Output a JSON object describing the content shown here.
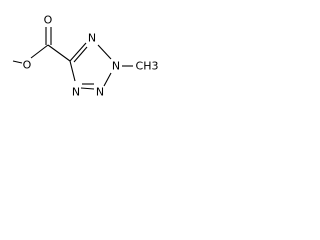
{
  "molecule": {
    "atoms": {
      "carbonyl_oxygen": "O",
      "ester_oxygen": "O",
      "ring_n1": "N",
      "ring_n2": "N",
      "ring_n3": "N",
      "ring_n4": "N",
      "n_methyl": "CH3"
    }
  },
  "colors": {
    "ink": "#000000",
    "background": "#ffffff"
  }
}
